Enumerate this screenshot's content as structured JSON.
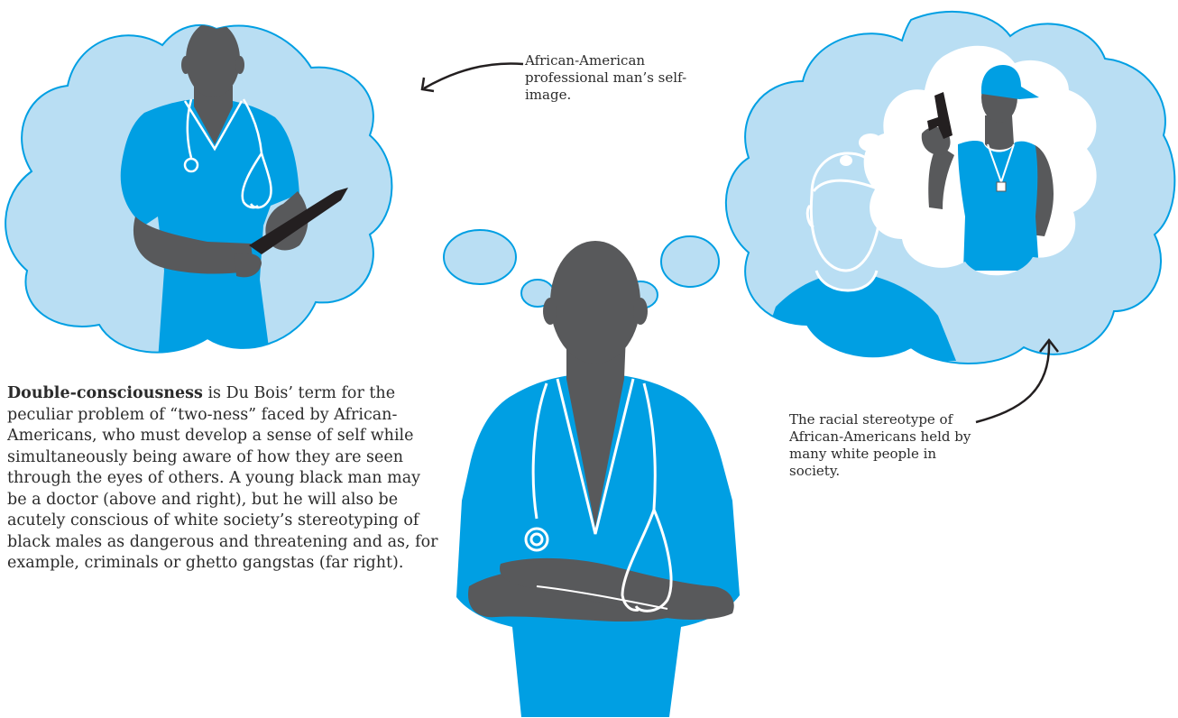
{
  "colors": {
    "cloud": "#b9def3",
    "scrubs": "#009fe3",
    "skin": "#58595b",
    "clipboard": "#231f20",
    "line": "#ffffff",
    "text": "#2b2b2b"
  },
  "annotations": {
    "self_image": "African-American professional man’s self-image.",
    "stereotype": "The racial stereotype of African-Americans held by many white people in society."
  },
  "body": {
    "term": "Double-consciousness",
    "text": " is Du Bois’ term for the peculiar problem of “two-ness” faced by African-Americans, who must develop a sense of self while simultaneously being aware of how they are seen through the eyes of others. A young black man may be a doctor (above and right), but he will also be acutely conscious of white society’s stereotyping of black males as dangerous and threatening and as, for example, criminals or ghetto gangstas (far right)."
  },
  "icons": [
    "doctor-figure-icon",
    "thought-cloud-icon",
    "white-man-head-icon",
    "gangsta-figure-icon",
    "gun-icon",
    "stethoscope-icon",
    "clipboard-icon",
    "arrow-icon"
  ]
}
